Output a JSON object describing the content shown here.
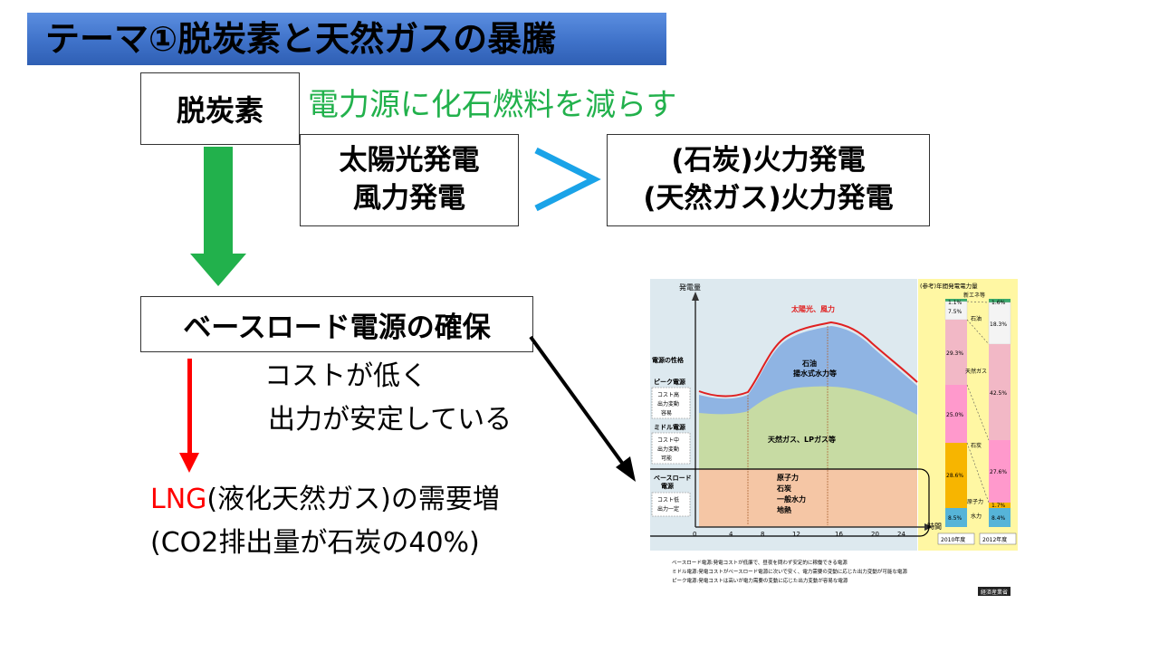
{
  "slide": {
    "title": "テーマ①脱炭素と天然ガスの暴騰",
    "decarb_box": "脱炭素",
    "decarb_desc": "電力源に化石燃料を減らす",
    "renewable_line1": "太陽光発電",
    "renewable_line2": "風力発電",
    "thermal_line1": "(石炭)火力発電",
    "thermal_line2": "(天然ガス)火力発電",
    "baseload_box": "ベースロード電源の確保",
    "reason_line1": "コストが低く",
    "reason_line2": "出力が安定している",
    "lng_red": "LNG",
    "lng_rest": "(液化天然ガス)の需要増",
    "co2_line": "(CO2排出量が石炭の40%)"
  },
  "figure": {
    "y_axis_label": "発電量",
    "x_axis_label": "時間",
    "solar_label": "太陽光、風力",
    "peak_area_line1": "石油",
    "peak_area_line2": "揚水式水力等",
    "middle_area_label": "天然ガス、LPガス等",
    "base_area_line1": "原子力",
    "base_area_line2": "石炭",
    "base_area_line3": "一般水力",
    "base_area_line4": "地熱",
    "nature_header": "電源の性格",
    "peak_name": "ピーク電源",
    "peak_desc": [
      "コスト高",
      "出力変動",
      "容易"
    ],
    "middle_name": "ミドル電源",
    "middle_desc": [
      "コスト中",
      "出力変動",
      "可能"
    ],
    "base_name1": "ベースロード",
    "base_name2": "電源",
    "base_desc": [
      "コスト低",
      "出力一定"
    ],
    "x_ticks": [
      "0",
      "4",
      "8",
      "12",
      "16",
      "20",
      "24"
    ],
    "ref_title": "(参考)年間発電電力量",
    "ref_labels": [
      "新エネ等",
      "石油",
      "天然ガス",
      "石炭",
      "原子力",
      "水力"
    ],
    "col_2010": "2010年度",
    "col_2012": "2012年度",
    "pct_2010": [
      "1.1%",
      "7.5%",
      "29.3%",
      "25.0%",
      "28.6%",
      "8.5%"
    ],
    "pct_2012": [
      "1.6%",
      "18.3%",
      "42.5%",
      "27.6%",
      "1.7%",
      "8.4%"
    ],
    "footnote1": "ベースロード電源:発電コストが低廉で、昼夜を問わず安定的に稼働できる電源",
    "footnote2": "ミドル電源:発電コストがベースロード電源に次いで安く、電力需要の変動に応じた出力変動が可能な電源",
    "footnote3": "ピーク電源:発電コストは高いが電力需要の変動に応じた出力変動が容易な電源",
    "source": "経済産業省"
  }
}
